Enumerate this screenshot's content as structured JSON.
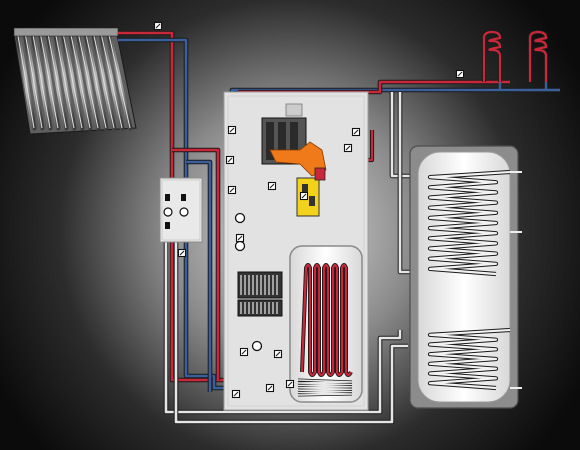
{
  "diagram": {
    "background_center": "#d9d9d9",
    "background_edge": "#0b0b0b",
    "colors": {
      "hot_pipe": "#c8283a",
      "cold_pipe": "#3b5f9a",
      "neutral_pipe": "#e6e6e6",
      "burner_flame": "#f07a1a",
      "gas_valve": "#f2d21b",
      "unit_panel": "#e4e4e4",
      "tank_body": "#f4f4f4",
      "tank_frame": "#9a9a9a",
      "collector_panel": "#707070"
    },
    "components": [
      {
        "id": "solar-collector",
        "icon": "solar-collector-icon"
      },
      {
        "id": "solar-pump-station",
        "icon": "pump-station-icon"
      },
      {
        "id": "boiler-unit",
        "icon": "gas-condensing-boiler-icon"
      },
      {
        "id": "heat-exchanger-block",
        "icon": "heat-exchanger-icon"
      },
      {
        "id": "integrated-storage-tank",
        "icon": "coil-tank-icon"
      },
      {
        "id": "bivalent-storage-tank",
        "icon": "bivalent-cylinder-icon"
      },
      {
        "id": "heating-circuits",
        "icon": "radiator-circuit-icon"
      }
    ]
  }
}
